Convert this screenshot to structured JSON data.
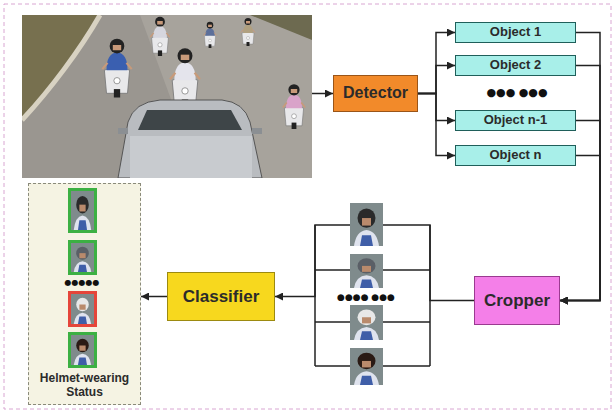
{
  "diagram": {
    "nodes": [
      {
        "text": [
          "Detector"
        ]
      },
      {
        "text": [
          "Object 1"
        ]
      },
      {
        "text": [
          "Object 2"
        ]
      },
      {
        "text": [
          "Object n-1"
        ]
      },
      {
        "text": [
          "Object n"
        ]
      },
      {
        "text": [
          "Cropper"
        ]
      },
      {
        "text": [
          "Classifier"
        ]
      },
      {
        "text": [
          "Helmet-wearing Status"
        ]
      }
    ],
    "edges": [
      {
        "from": 0,
        "to": 1,
        "arrow": "to"
      },
      {
        "from": 0,
        "to": 2,
        "arrow": "to"
      },
      {
        "from": 0,
        "to": 3,
        "arrow": "to"
      },
      {
        "from": 0,
        "to": 4,
        "arrow": "to"
      },
      {
        "from": 1,
        "to": 5,
        "arrow": "to"
      },
      {
        "from": 2,
        "to": 5,
        "arrow": "to"
      },
      {
        "from": 3,
        "to": 5,
        "arrow": "to"
      },
      {
        "from": 4,
        "to": 5,
        "arrow": "to"
      },
      {
        "from": 5,
        "to": 6,
        "arrow": "to"
      },
      {
        "from": 6,
        "to": 7,
        "arrow": "to"
      }
    ],
    "labels": [
      "●●● ●●●",
      "●●●● ●●●",
      "●●●●●"
    ]
  }
}
